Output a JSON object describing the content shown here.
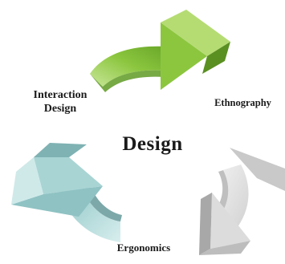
{
  "diagram": {
    "center_label": "Design",
    "nodes": [
      {
        "label_lines": [
          "Interaction",
          "Design"
        ]
      },
      {
        "label_lines": [
          "Ethnography"
        ]
      },
      {
        "label_lines": [
          "Ergonomics"
        ]
      }
    ],
    "arrows": [
      {
        "color": "#8cc63f",
        "dark": "#5f9a24",
        "light": "#c9e79a"
      },
      {
        "color": "#d7d7d7",
        "dark": "#a8a8a8",
        "light": "#f2f2f2"
      },
      {
        "color": "#a9d4d4",
        "dark": "#6e9fa0",
        "light": "#d8eeee"
      }
    ]
  }
}
